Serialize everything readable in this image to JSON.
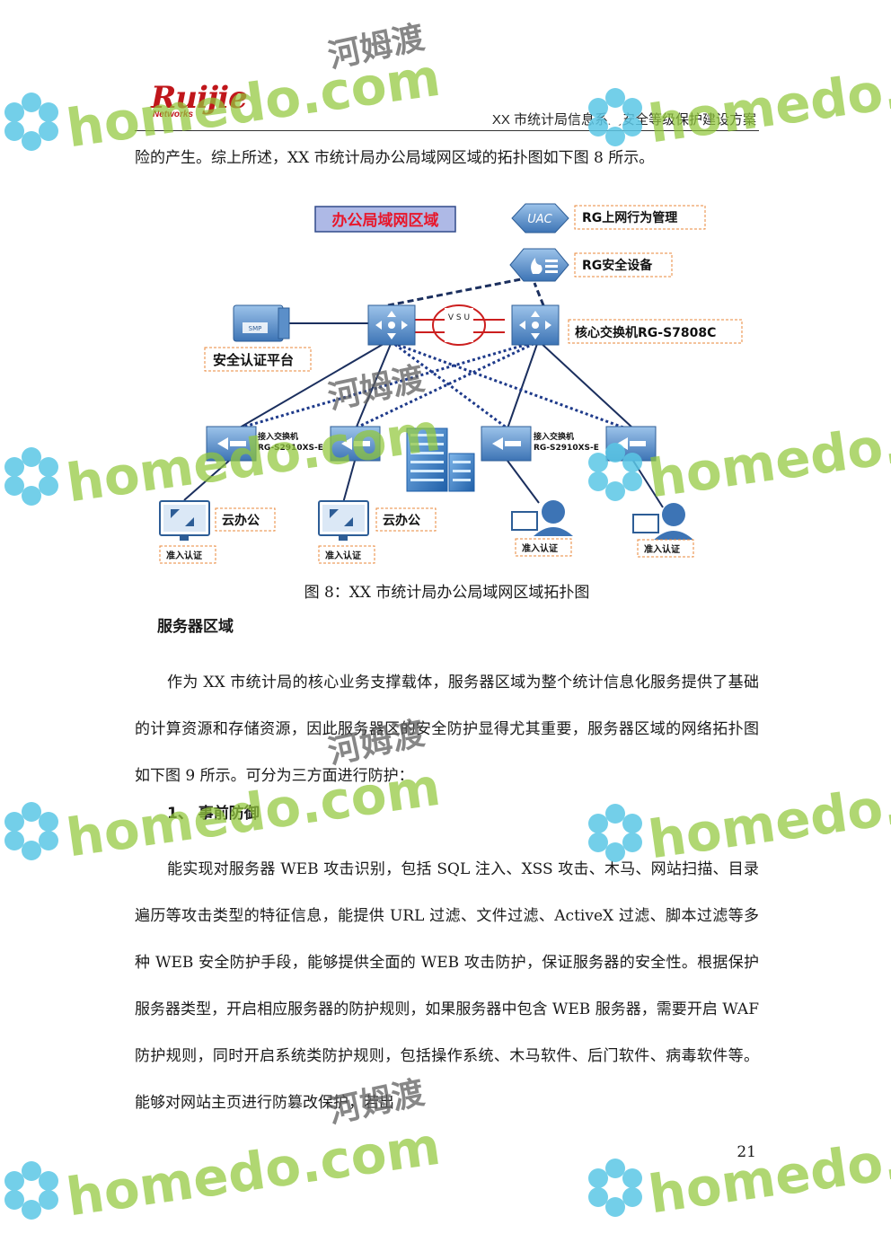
{
  "header": {
    "logo_main": "Ruijie",
    "logo_sub": "Networks",
    "title": "XX 市统计局信息系统安全等级保护建设方案"
  },
  "intro_text": "险的产生。综上所述，XX 市统计局办公局域网区域的拓扑图如下图 8 所示。",
  "diagram": {
    "zone_title": "办公局域网区域",
    "uac_icon_label": "UAC",
    "uac_label": "RG上网行为管理",
    "security_label": "RG安全设备",
    "smp_icon_label": "SMP",
    "auth_platform_label": "安全认证平台",
    "vsu_label": "V S U",
    "core_switch_label": "核心交换机RG-S7808C",
    "access_switch_label_1": "接入交换机",
    "access_switch_model_1": "RG-S2910XS-E",
    "access_switch_label_2": "接入交换机",
    "access_switch_model_2": "RG-S2910XS-E",
    "cloud_office_1": "云办公",
    "cloud_office_2": "云办公",
    "admission_1": "准入认证",
    "admission_2": "准入认证",
    "admission_3": "准入认证",
    "admission_4": "准入认证",
    "colors": {
      "zone_title_text": "#e8162a",
      "zone_title_bg": "#aeb9e6",
      "device_blue": "#4f8cc9",
      "solid_line": "#1b2f5e",
      "dotted_line": "#1e3a8a",
      "vsu_ring": "#cc1f1f",
      "label_border": "#e8873a"
    }
  },
  "caption": "图 8：XX 市统计局办公局域网区域拓扑图",
  "section_title": "服务器区域",
  "para1": "作为 XX 市统计局的核心业务支撑载体，服务器区域为整个统计信息化服务提供了基础的计算资源和存储资源，因此服务器区的安全防护显得尤其重要，服务器区域的网络拓扑图如下图 9 所示。可分为三方面进行防护：",
  "subsection": "1、 事前防御",
  "para2": "能实现对服务器 WEB 攻击识别，包括 SQL 注入、XSS 攻击、木马、网站扫描、目录遍历等攻击类型的特征信息，能提供 URL 过滤、文件过滤、ActiveX 过滤、脚本过滤等多种 WEB 安全防护手段，能够提供全面的 WEB 攻击防护，保证服务器的安全性。根据保护服务器类型，开启相应服务器的防护规则，如果服务器中包含 WEB 服务器，需要开启 WAF 防护规则，同时开启系统类防护规则，包括操作系统、木马软件、后门软件、病毒软件等。能够对网站主页进行防篡改保护，若出",
  "page_number": "21",
  "watermark": {
    "latin": "homedo.com",
    "chinese": "河姆渡"
  }
}
